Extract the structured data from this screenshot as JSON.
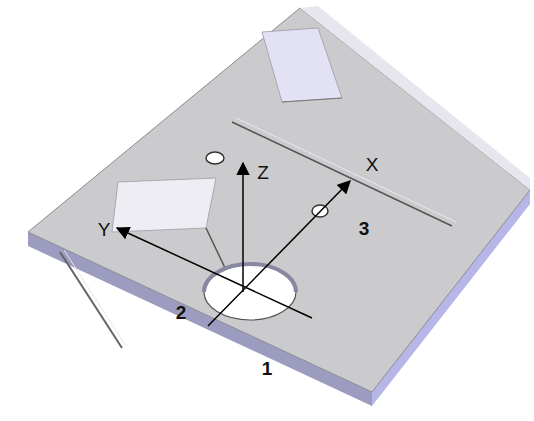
{
  "diagram": {
    "labels": [
      "Z",
      "X",
      "Y",
      "3",
      "2",
      "1"
    ]
  }
}
